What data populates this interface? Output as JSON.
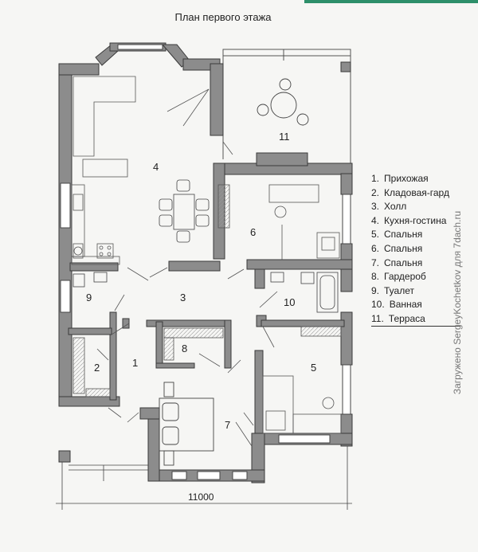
{
  "title": "План первого этажа",
  "dimension": "11000",
  "room_numbers": [
    "1",
    "2",
    "3",
    "4",
    "5",
    "6",
    "7",
    "8",
    "9",
    "10",
    "11"
  ],
  "legend": [
    {
      "num": "1.",
      "name": "Прихожая"
    },
    {
      "num": "2.",
      "name": "Кладовая-гард"
    },
    {
      "num": "3.",
      "name": "Холл"
    },
    {
      "num": "4.",
      "name": "Кухня-гостина"
    },
    {
      "num": "5.",
      "name": "Спальня"
    },
    {
      "num": "6.",
      "name": "Спальня"
    },
    {
      "num": "7.",
      "name": "Спальня"
    },
    {
      "num": "8.",
      "name": "Гардероб"
    },
    {
      "num": "9.",
      "name": "Туалет"
    },
    {
      "num": "10.",
      "name": "Ванная"
    },
    {
      "num": "11.",
      "name": "Терраса"
    }
  ],
  "watermark": "Загружено SergeyKochetkov для 7dach.ru",
  "colors": {
    "wall": "#8c8c8c",
    "wall_edge": "#3a3a3a",
    "line": "#444444",
    "accent": "#2e8f6a"
  }
}
